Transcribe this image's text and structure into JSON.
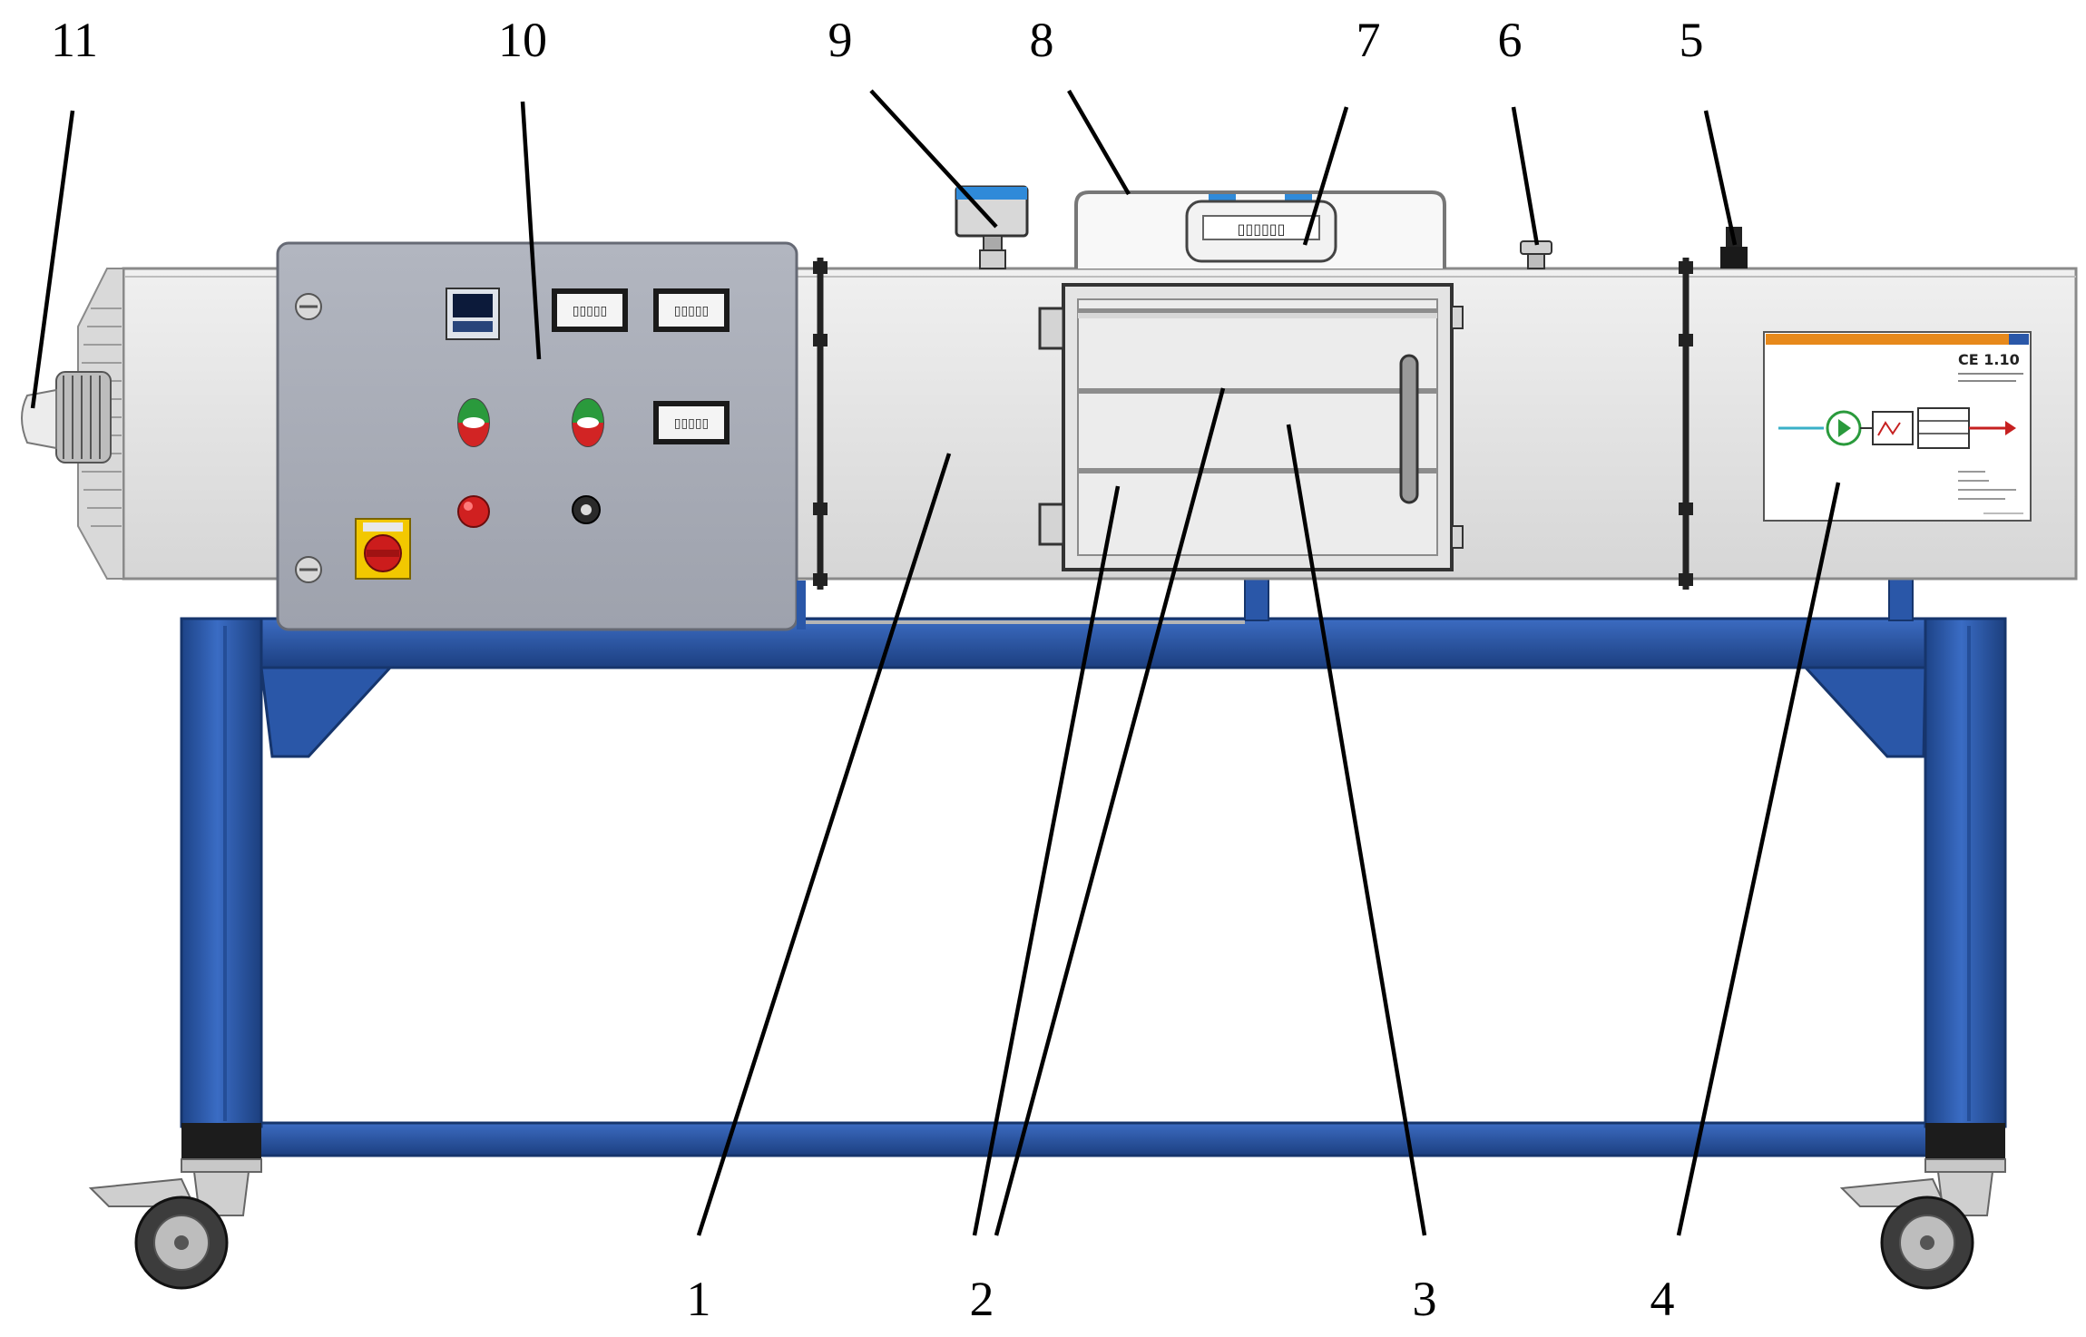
{
  "labels": {
    "n1": "1",
    "n2": "2",
    "n3": "3",
    "n4": "4",
    "n5": "5",
    "n6": "6",
    "n7": "7",
    "n8": "8",
    "n9": "9",
    "n10": "10",
    "n11": "11"
  },
  "info_panel": {
    "title": "CE 1.10"
  },
  "colors": {
    "frame_blue": "#2a57a8",
    "frame_dark": "#1b3f80",
    "duct_grey": "#e2e2e2",
    "panel_grey": "#a9adb8",
    "leader_black": "#000000"
  }
}
